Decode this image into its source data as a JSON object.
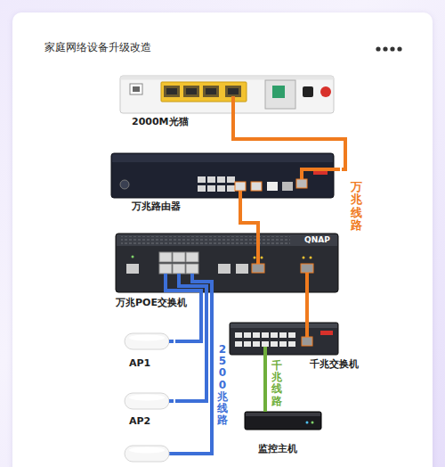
{
  "diagram": {
    "title": "家庭网络设备升级改造",
    "nodes": [
      {
        "text": [
          "2000M光猫"
        ]
      },
      {
        "text": [
          "万兆路由器"
        ]
      },
      {
        "text": [
          "万兆POE交换机"
        ]
      },
      {
        "text": [
          "千兆交换机"
        ]
      },
      {
        "text": [
          "AP1"
        ]
      },
      {
        "text": [
          "AP2"
        ]
      },
      {
        "text": [
          "监控主机"
        ]
      }
    ],
    "edges": [
      {
        "from": 0,
        "to": 1,
        "arrow": "none"
      },
      {
        "from": 1,
        "to": 2,
        "arrow": "none"
      },
      {
        "from": 2,
        "to": 3,
        "arrow": "none"
      },
      {
        "from": 2,
        "to": 4,
        "arrow": "none"
      },
      {
        "from": 2,
        "to": 5,
        "arrow": "none"
      },
      {
        "from": 3,
        "to": 6,
        "arrow": "none"
      }
    ],
    "labels": [
      "万兆线路",
      "2500兆线路",
      "千兆线路",
      "QNAP"
    ]
  }
}
